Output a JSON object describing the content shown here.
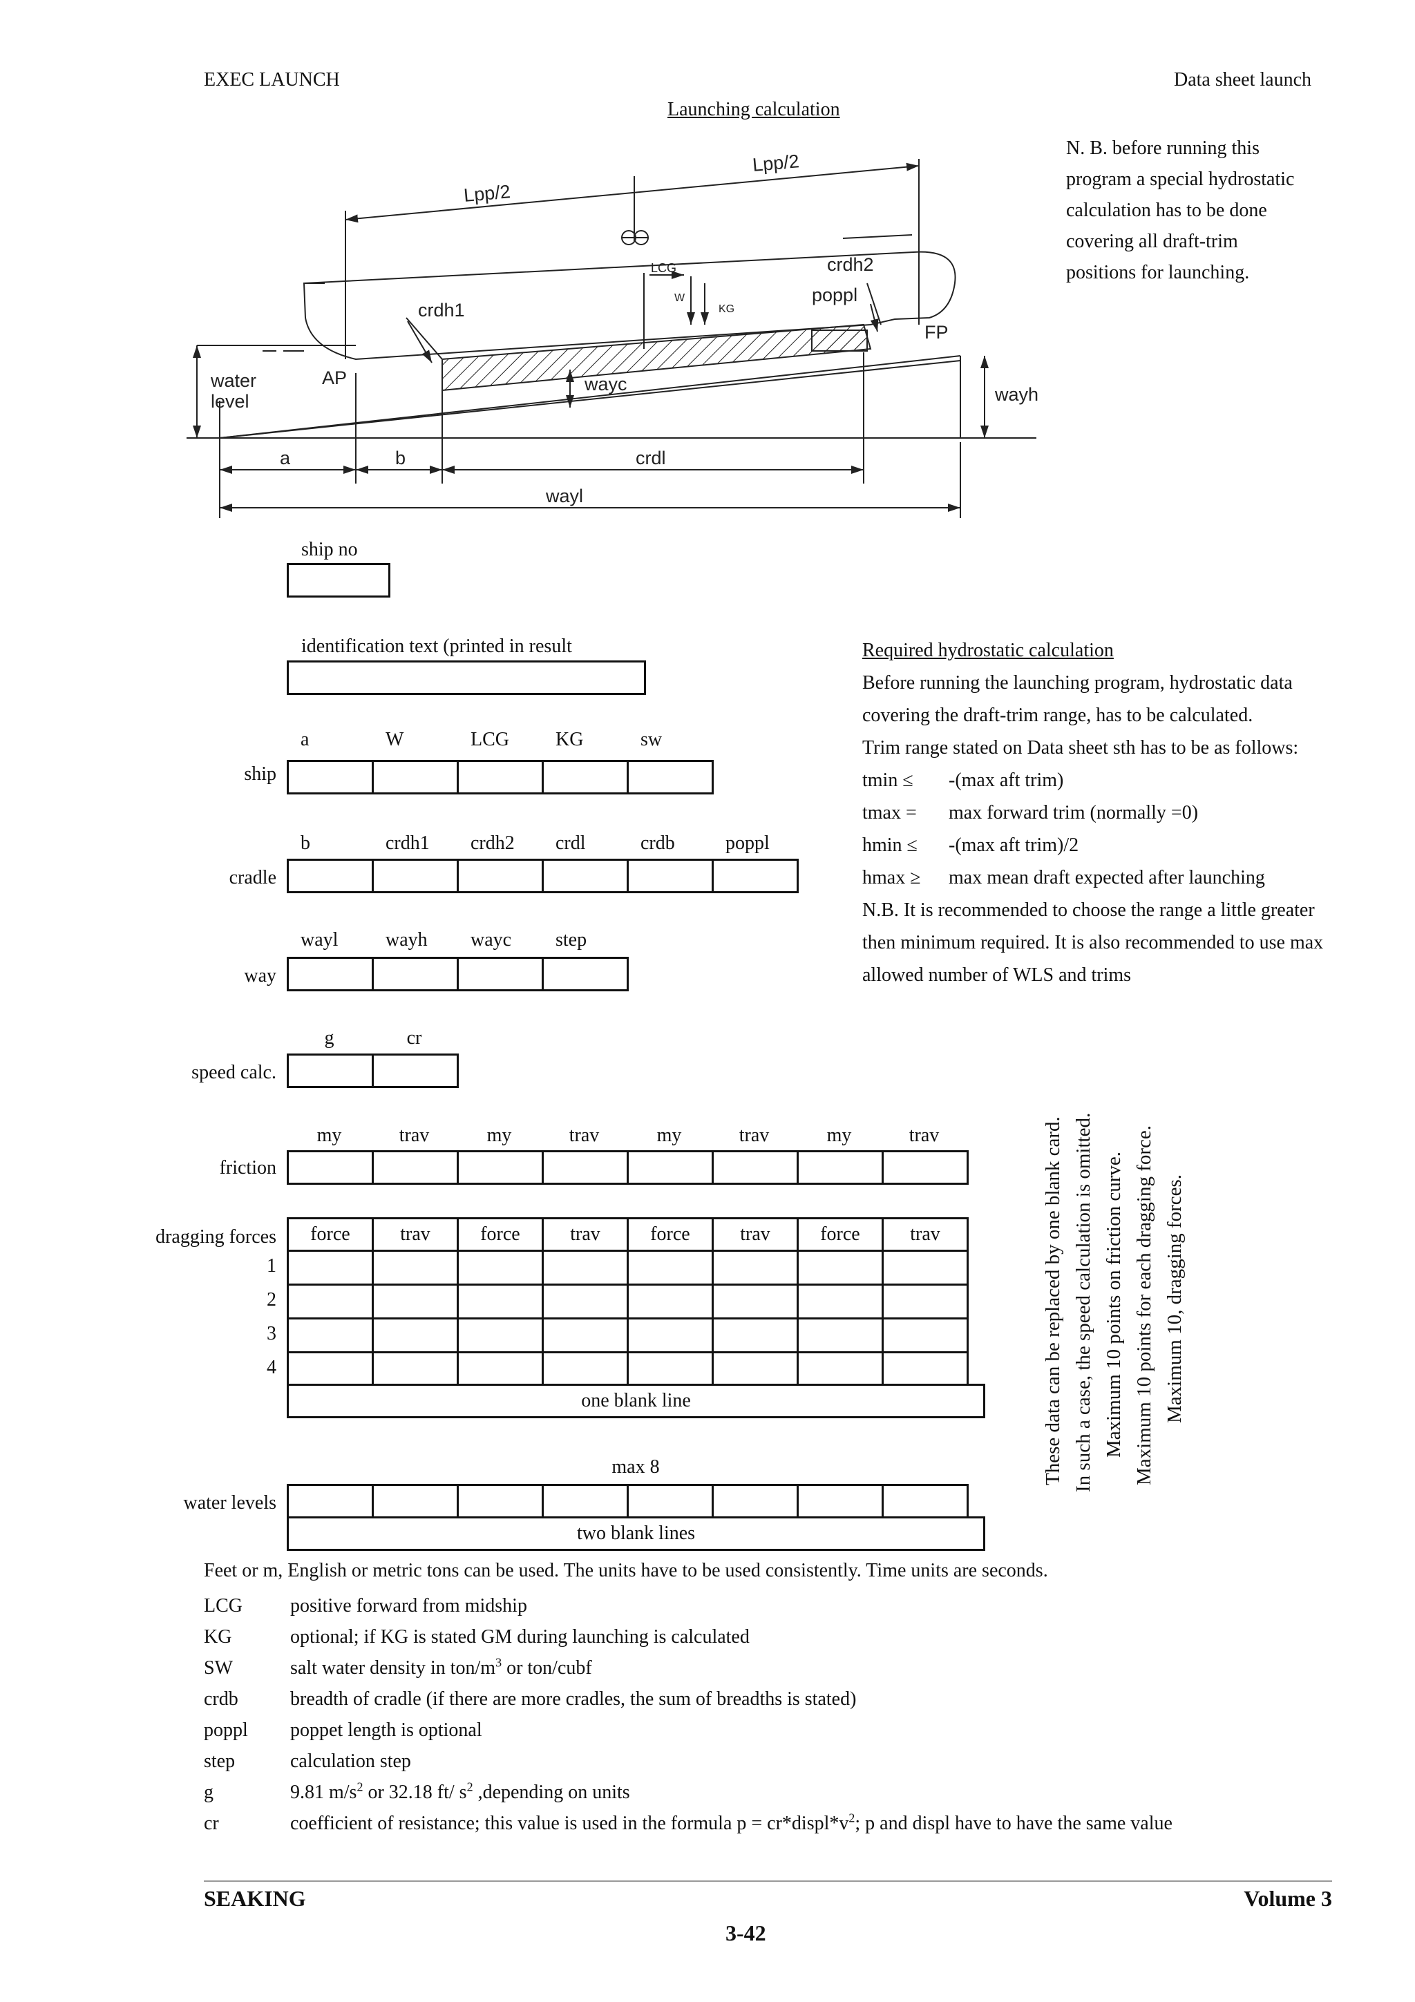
{
  "header": {
    "left": "EXEC LAUNCH",
    "right": "Data sheet launch",
    "title": "Launching calculation"
  },
  "nb_note": [
    "N. B. before running this",
    "program a special hydrostatic",
    "calculation has to be done",
    "covering all draft-trim",
    "positions for launching."
  ],
  "diagram": {
    "lpp_left": "Lpp/2",
    "lpp_right": "Lpp/2",
    "crdh1": "crdh1",
    "crdh2": "crdh2",
    "lcg": "LCG",
    "w": "W",
    "kg": "KG",
    "poppl": "poppl",
    "fp": "FP",
    "ap": "AP",
    "water1": "water",
    "water2": "level",
    "wayc": "wayc",
    "wayh": "wayh",
    "a": "a",
    "b": "b",
    "crdl": "crdl",
    "wayl": "wayl"
  },
  "form": {
    "ship_no": "ship no",
    "ident": "identification text (printed in result",
    "ship_label": "ship",
    "ship_cols": [
      "a",
      "W",
      "LCG",
      "KG",
      "sw"
    ],
    "cradle_label": "cradle",
    "cradle_cols": [
      "b",
      "crdh1",
      "crdh2",
      "crdl",
      "crdb",
      "poppl"
    ],
    "way_label": "way",
    "way_cols": [
      "wayl",
      "wayh",
      "wayc",
      "step"
    ],
    "speed_label": "speed calc.",
    "speed_cols": [
      "g",
      "cr"
    ],
    "friction_label": "friction",
    "friction_cols": [
      "my",
      "trav",
      "my",
      "trav",
      "my",
      "trav",
      "my",
      "trav"
    ],
    "drag_label": "dragging forces",
    "drag_cols": [
      "force",
      "trav",
      "force",
      "trav",
      "force",
      "trav",
      "force",
      "trav"
    ],
    "drag_rows": [
      "1",
      "2",
      "3",
      "4"
    ],
    "one_blank": "one blank line",
    "max8": "max 8",
    "water_label": "water levels",
    "two_blank": "two blank lines"
  },
  "hydro": {
    "title": "Required hydrostatic calculation",
    "line1": "Before running the launching program, hydrostatic data",
    "line2": "covering the draft-trim range, has to be calculated.",
    "line3": "Trim range stated on Data sheet sth has to be as follows:",
    "rows": [
      {
        "k": "tmin ≤",
        "v": "-(max aft trim)"
      },
      {
        "k": "tmax =",
        "v": "max forward trim (normally =0)"
      },
      {
        "k": "hmin ≤",
        "v": "-(max aft trim)/2"
      },
      {
        "k": "hmax ≥",
        "v": "max mean draft expected after launching"
      }
    ],
    "nb1": "N.B. It is recommended to choose the range a little greater",
    "nb2": "then minimum required. It is also recommended to use max",
    "nb3": "allowed number of WLS and trims"
  },
  "vertical_notes": [
    "These data can be replaced by one blank card.",
    "In such a case, the speed calculation is omitted.",
    "Maximum 10 points on friction curve.",
    "Maximum 10 points for each dragging force.",
    "Maximum 10, dragging forces."
  ],
  "notes": {
    "intro": "Feet or m, English or metric tons can be used. The units have to be used consistently. Time units are seconds.",
    "defs": [
      {
        "k": "LCG",
        "v": "positive forward from midship"
      },
      {
        "k": "KG",
        "v": "optional; if KG is stated GM during launching is calculated"
      },
      {
        "k": "SW",
        "v": "salt water density in ton/m",
        "sup": "3",
        "rest": " or ton/cubf"
      },
      {
        "k": "crdb",
        "v": "breadth of cradle (if there are more cradles, the sum of breadths is stated)"
      },
      {
        "k": "poppl",
        "v": "poppet length is optional"
      },
      {
        "k": "step",
        "v": "calculation step"
      },
      {
        "k": "g",
        "v": "9.81 m/s",
        "sup": "2",
        "rest": " or 32.18 ft/ s",
        "sup2": "2",
        "rest2": " ,depending on units"
      },
      {
        "k": "cr",
        "v": "coefficient of resistance; this value is used in the formula p = cr*displ*v",
        "sup": "2",
        "rest": "; p and displ have to have the same value"
      }
    ]
  },
  "footer": {
    "left": "SEAKING",
    "right": "Volume 3",
    "page": "3-42"
  }
}
